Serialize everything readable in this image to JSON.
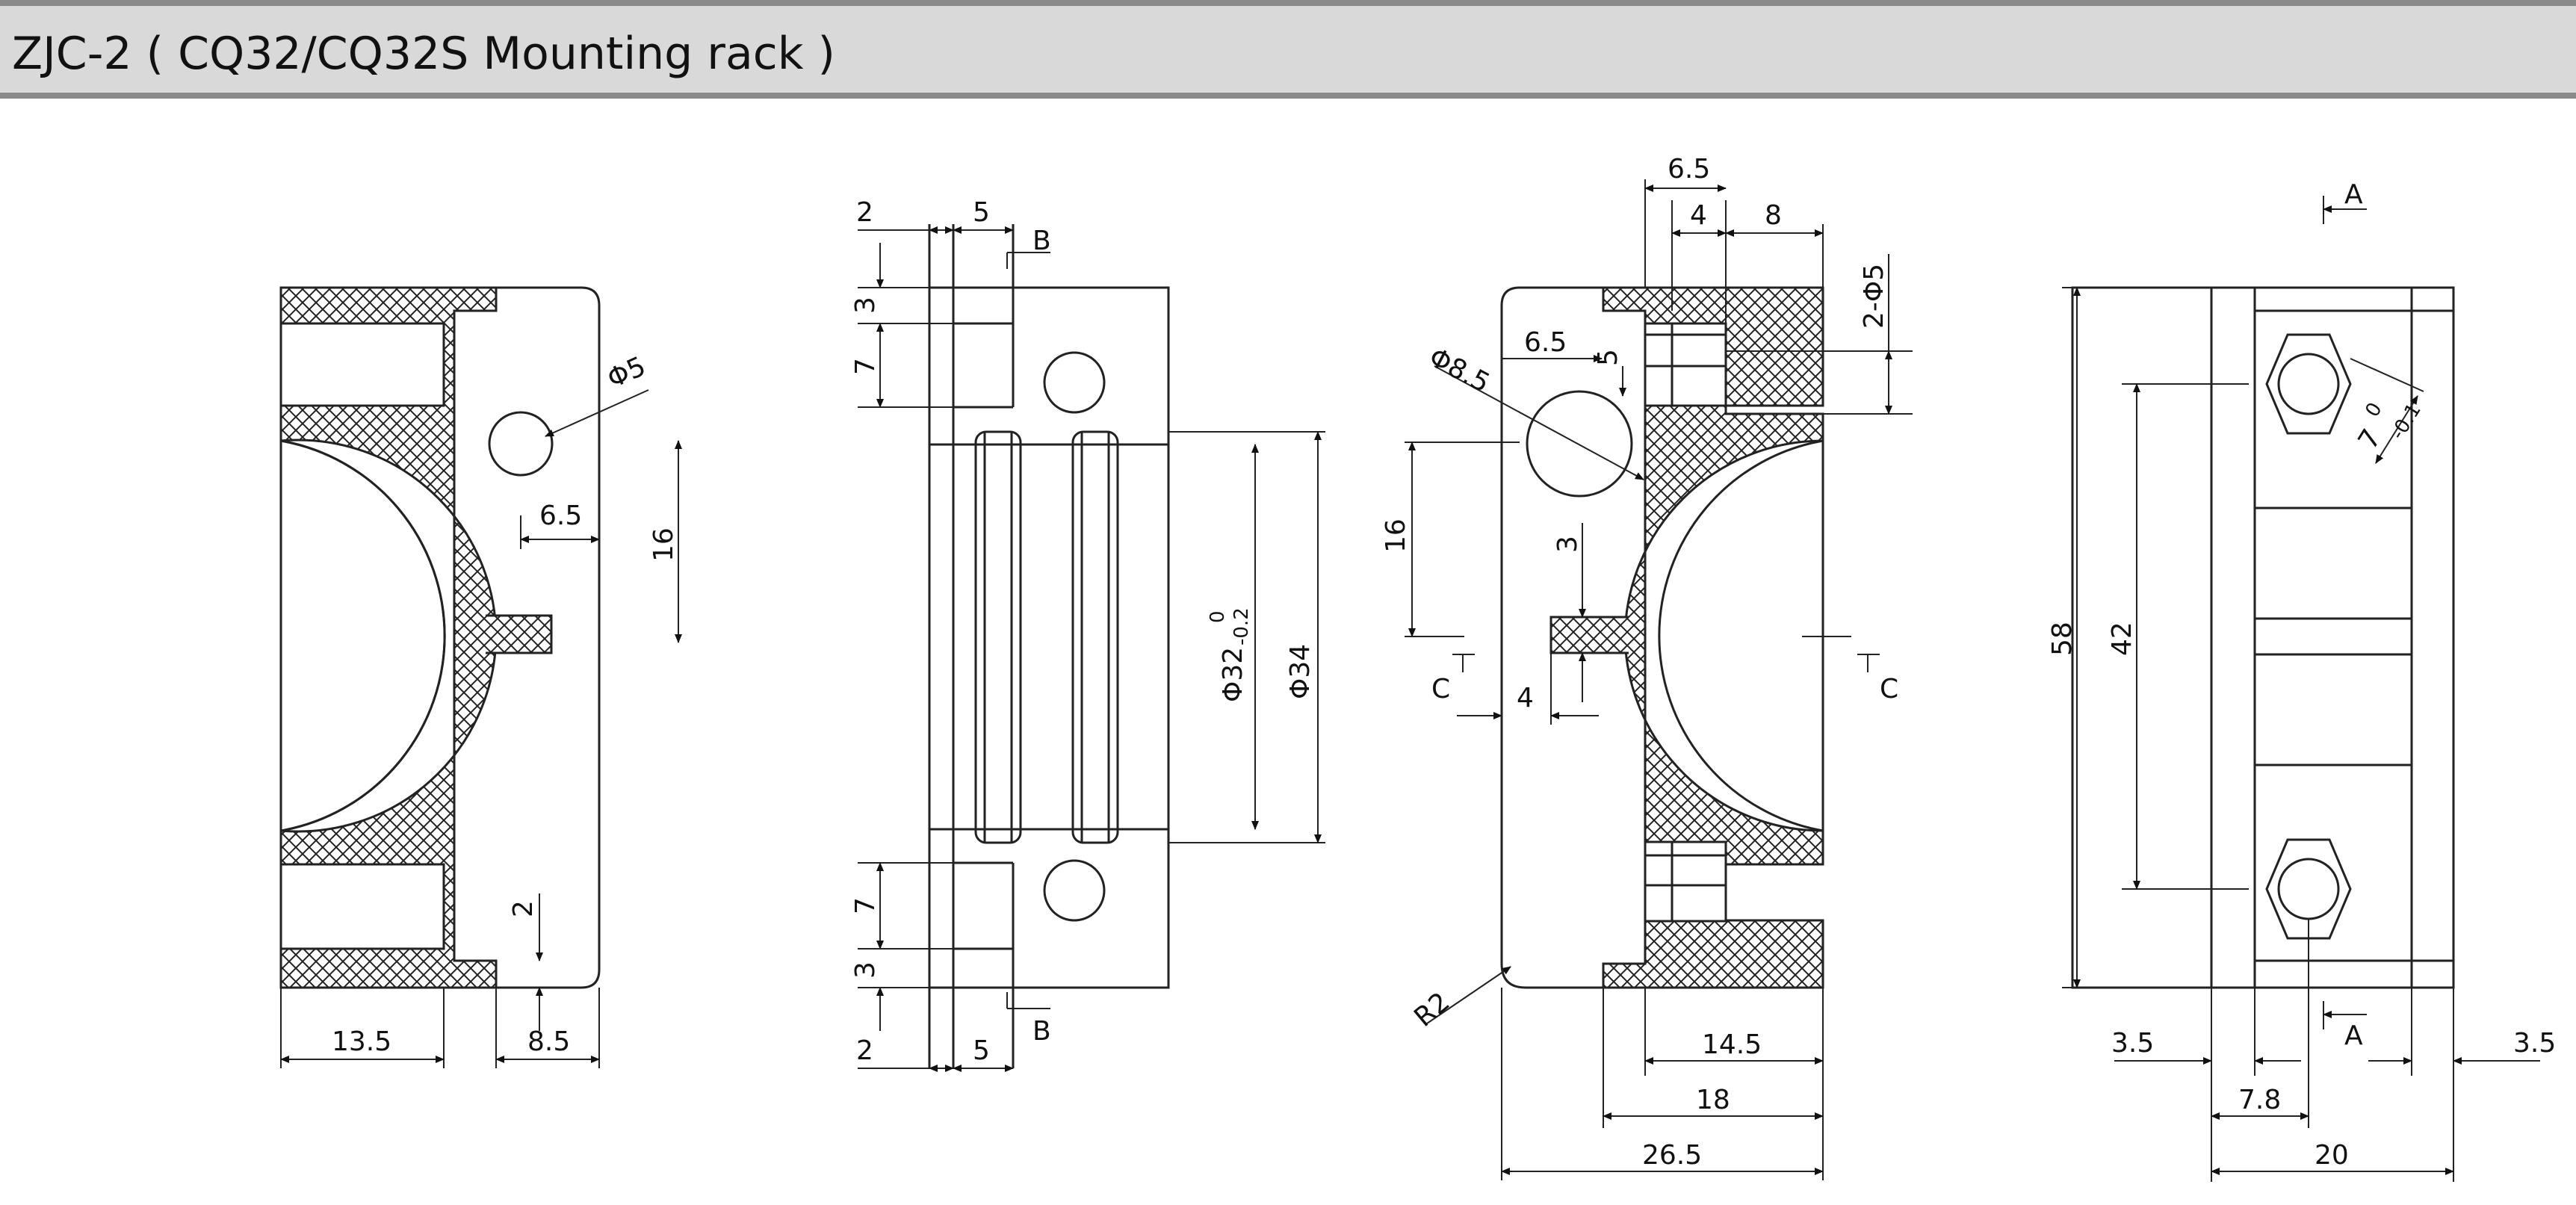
{
  "title": "ZJC-2 ( CQ32/CQ32S Mounting rack )",
  "view1": {
    "d_hole": "Φ5",
    "d_offset": "6.5",
    "d_height": "16",
    "d_gap": "2",
    "d_base": "13.5",
    "d_right": "8.5"
  },
  "view2": {
    "d_2_top": "2",
    "d_5_top": "5",
    "sec_b_top": "B",
    "d_3_top": "3",
    "d_7_top": "7",
    "d_phi32": "Φ32",
    "d_phi32_upper": "0",
    "d_phi32_lower": "-0.2",
    "d_phi34": "Φ34",
    "d_7_bot": "7",
    "d_3_bot": "3",
    "d_2_bot": "2",
    "d_5_bot": "5",
    "sec_b_bot": "B"
  },
  "view3": {
    "d_6_5_top": "6.5",
    "d_4_top": "4",
    "d_8_top": "8",
    "d_2phi5": "2-Φ5",
    "d_phi8_5": "Φ8.5",
    "d_6_5_mid": "6.5",
    "d_5_mid": "5",
    "d_16": "16",
    "d_3": "3",
    "d_4": "4",
    "sec_c_left": "C",
    "sec_c_right": "C",
    "d_r2": "R2",
    "d_14_5": "14.5",
    "d_18": "18",
    "d_26_5": "26.5"
  },
  "view4": {
    "sec_a_top": "A",
    "sec_a_bot": "A",
    "d_58": "58",
    "d_42": "42",
    "d_7": "7",
    "d_7_upper": "0",
    "d_7_lower": "-0.1",
    "d_3_5_left": "3.5",
    "d_3_5_right": "3.5",
    "d_7_8": "7.8",
    "d_20": "20"
  }
}
